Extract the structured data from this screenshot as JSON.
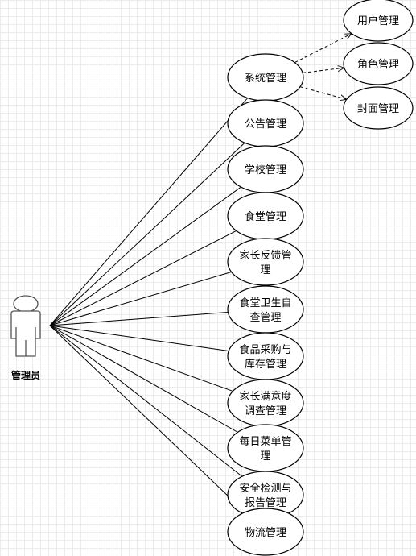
{
  "actor": {
    "label": "管理员"
  },
  "use_cases": [
    {
      "id": "system",
      "lines": [
        "系统管理"
      ]
    },
    {
      "id": "notice",
      "lines": [
        "公告管理"
      ]
    },
    {
      "id": "school",
      "lines": [
        "学校管理"
      ]
    },
    {
      "id": "canteen",
      "lines": [
        "食堂管理"
      ]
    },
    {
      "id": "feedback",
      "lines": [
        "家长反馈管",
        "理"
      ]
    },
    {
      "id": "hygiene",
      "lines": [
        "食堂卫生自",
        "查管理"
      ]
    },
    {
      "id": "purchase",
      "lines": [
        "食品采购与",
        "库存管理"
      ]
    },
    {
      "id": "survey",
      "lines": [
        "家长满意度",
        "调查管理"
      ]
    },
    {
      "id": "menu",
      "lines": [
        "每日菜单管",
        "理"
      ]
    },
    {
      "id": "safety",
      "lines": [
        "安全检测与",
        "报告管理"
      ]
    },
    {
      "id": "logistics",
      "lines": [
        "物流管理"
      ]
    }
  ],
  "sub_use_cases": [
    {
      "id": "user",
      "lines": [
        "用户管理"
      ]
    },
    {
      "id": "role",
      "lines": [
        "角色管理"
      ]
    },
    {
      "id": "cover",
      "lines": [
        "封面管理"
      ]
    }
  ],
  "colors": {
    "stroke": "#000000",
    "fill": "#ffffff",
    "actor_fill": "#ffffff"
  }
}
